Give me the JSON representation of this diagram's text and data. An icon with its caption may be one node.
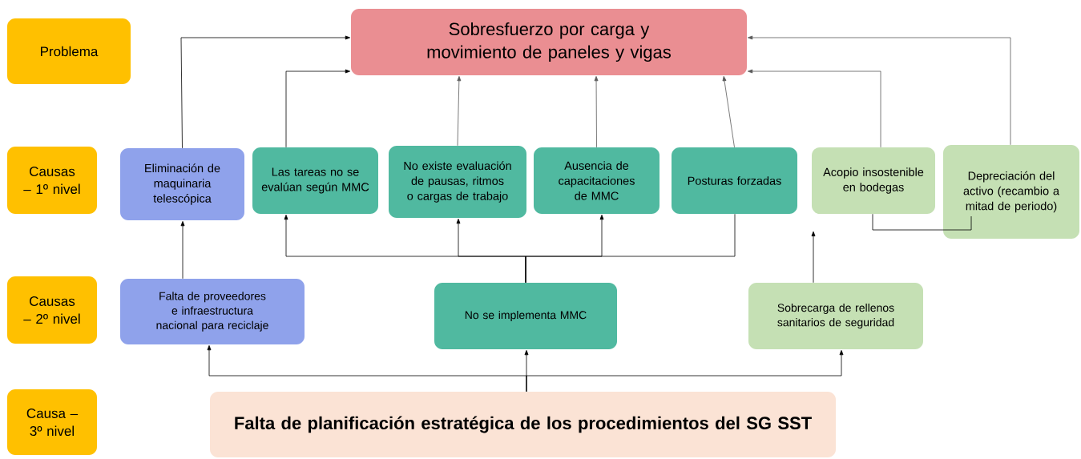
{
  "diagram": {
    "nodes": [
      {
        "text": [
          "Problema"
        ]
      },
      {
        "text": [
          "Sobresfuerzo por carga y movimiento de paneles y vigas"
        ]
      },
      {
        "text": [
          "Causas – 1º nivel"
        ]
      },
      {
        "text": [
          "Eliminación de maquinaria telescópica"
        ]
      },
      {
        "text": [
          "Las tareas no se evalúan según MMC"
        ]
      },
      {
        "text": [
          "No existe evaluación de pausas, ritmos o cargas de trabajo"
        ]
      },
      {
        "text": [
          "Ausencia de capacitaciones de MMC"
        ]
      },
      {
        "text": [
          "Posturas forzadas"
        ]
      },
      {
        "text": [
          "Acopio insostenible en bodegas"
        ]
      },
      {
        "text": [
          "Depreciación del activo (recambio a mitad de periodo)"
        ]
      },
      {
        "text": [
          "Causas – 2º nivel"
        ]
      },
      {
        "text": [
          "Falta de proveedores e infraestructura nacional para reciclaje"
        ]
      },
      {
        "text": [
          "No se implementa MMC"
        ]
      },
      {
        "text": [
          "Sobrecarga de rellenos sanitarios de seguridad"
        ]
      },
      {
        "text": [
          "Causa – 3º nivel"
        ]
      },
      {
        "text": [
          "Falta de planificación estratégica de los procedimientos del SG SST"
        ]
      }
    ],
    "edges": [
      {
        "from": 3,
        "to": 1,
        "arrow": "to"
      },
      {
        "from": 4,
        "to": 1,
        "arrow": "to"
      },
      {
        "from": 5,
        "to": 1,
        "arrow": "to",
        "color": "#595959"
      },
      {
        "from": 6,
        "to": 1,
        "arrow": "to",
        "color": "#595959"
      },
      {
        "from": 7,
        "to": 1,
        "arrow": "to",
        "color": "#595959"
      },
      {
        "from": 8,
        "to": 1,
        "arrow": "to",
        "color": "#595959"
      },
      {
        "from": 9,
        "to": 1,
        "arrow": "to",
        "color": "#595959"
      },
      {
        "from": 11,
        "to": 3,
        "arrow": "to"
      },
      {
        "from": 12,
        "to": 4,
        "arrow": "to"
      },
      {
        "from": 12,
        "to": 5,
        "arrow": "to"
      },
      {
        "from": 12,
        "to": 6,
        "arrow": "to"
      },
      {
        "from": 12,
        "to": 7,
        "arrow": "none"
      },
      {
        "from": 13,
        "to": null,
        "arrow": "to"
      },
      {
        "from": 8,
        "to": 9,
        "arrow": "none"
      },
      {
        "from": 15,
        "to": 11,
        "arrow": "to"
      },
      {
        "from": 15,
        "to": 12,
        "arrow": "to"
      },
      {
        "from": 15,
        "to": 13,
        "arrow": "to"
      }
    ]
  }
}
